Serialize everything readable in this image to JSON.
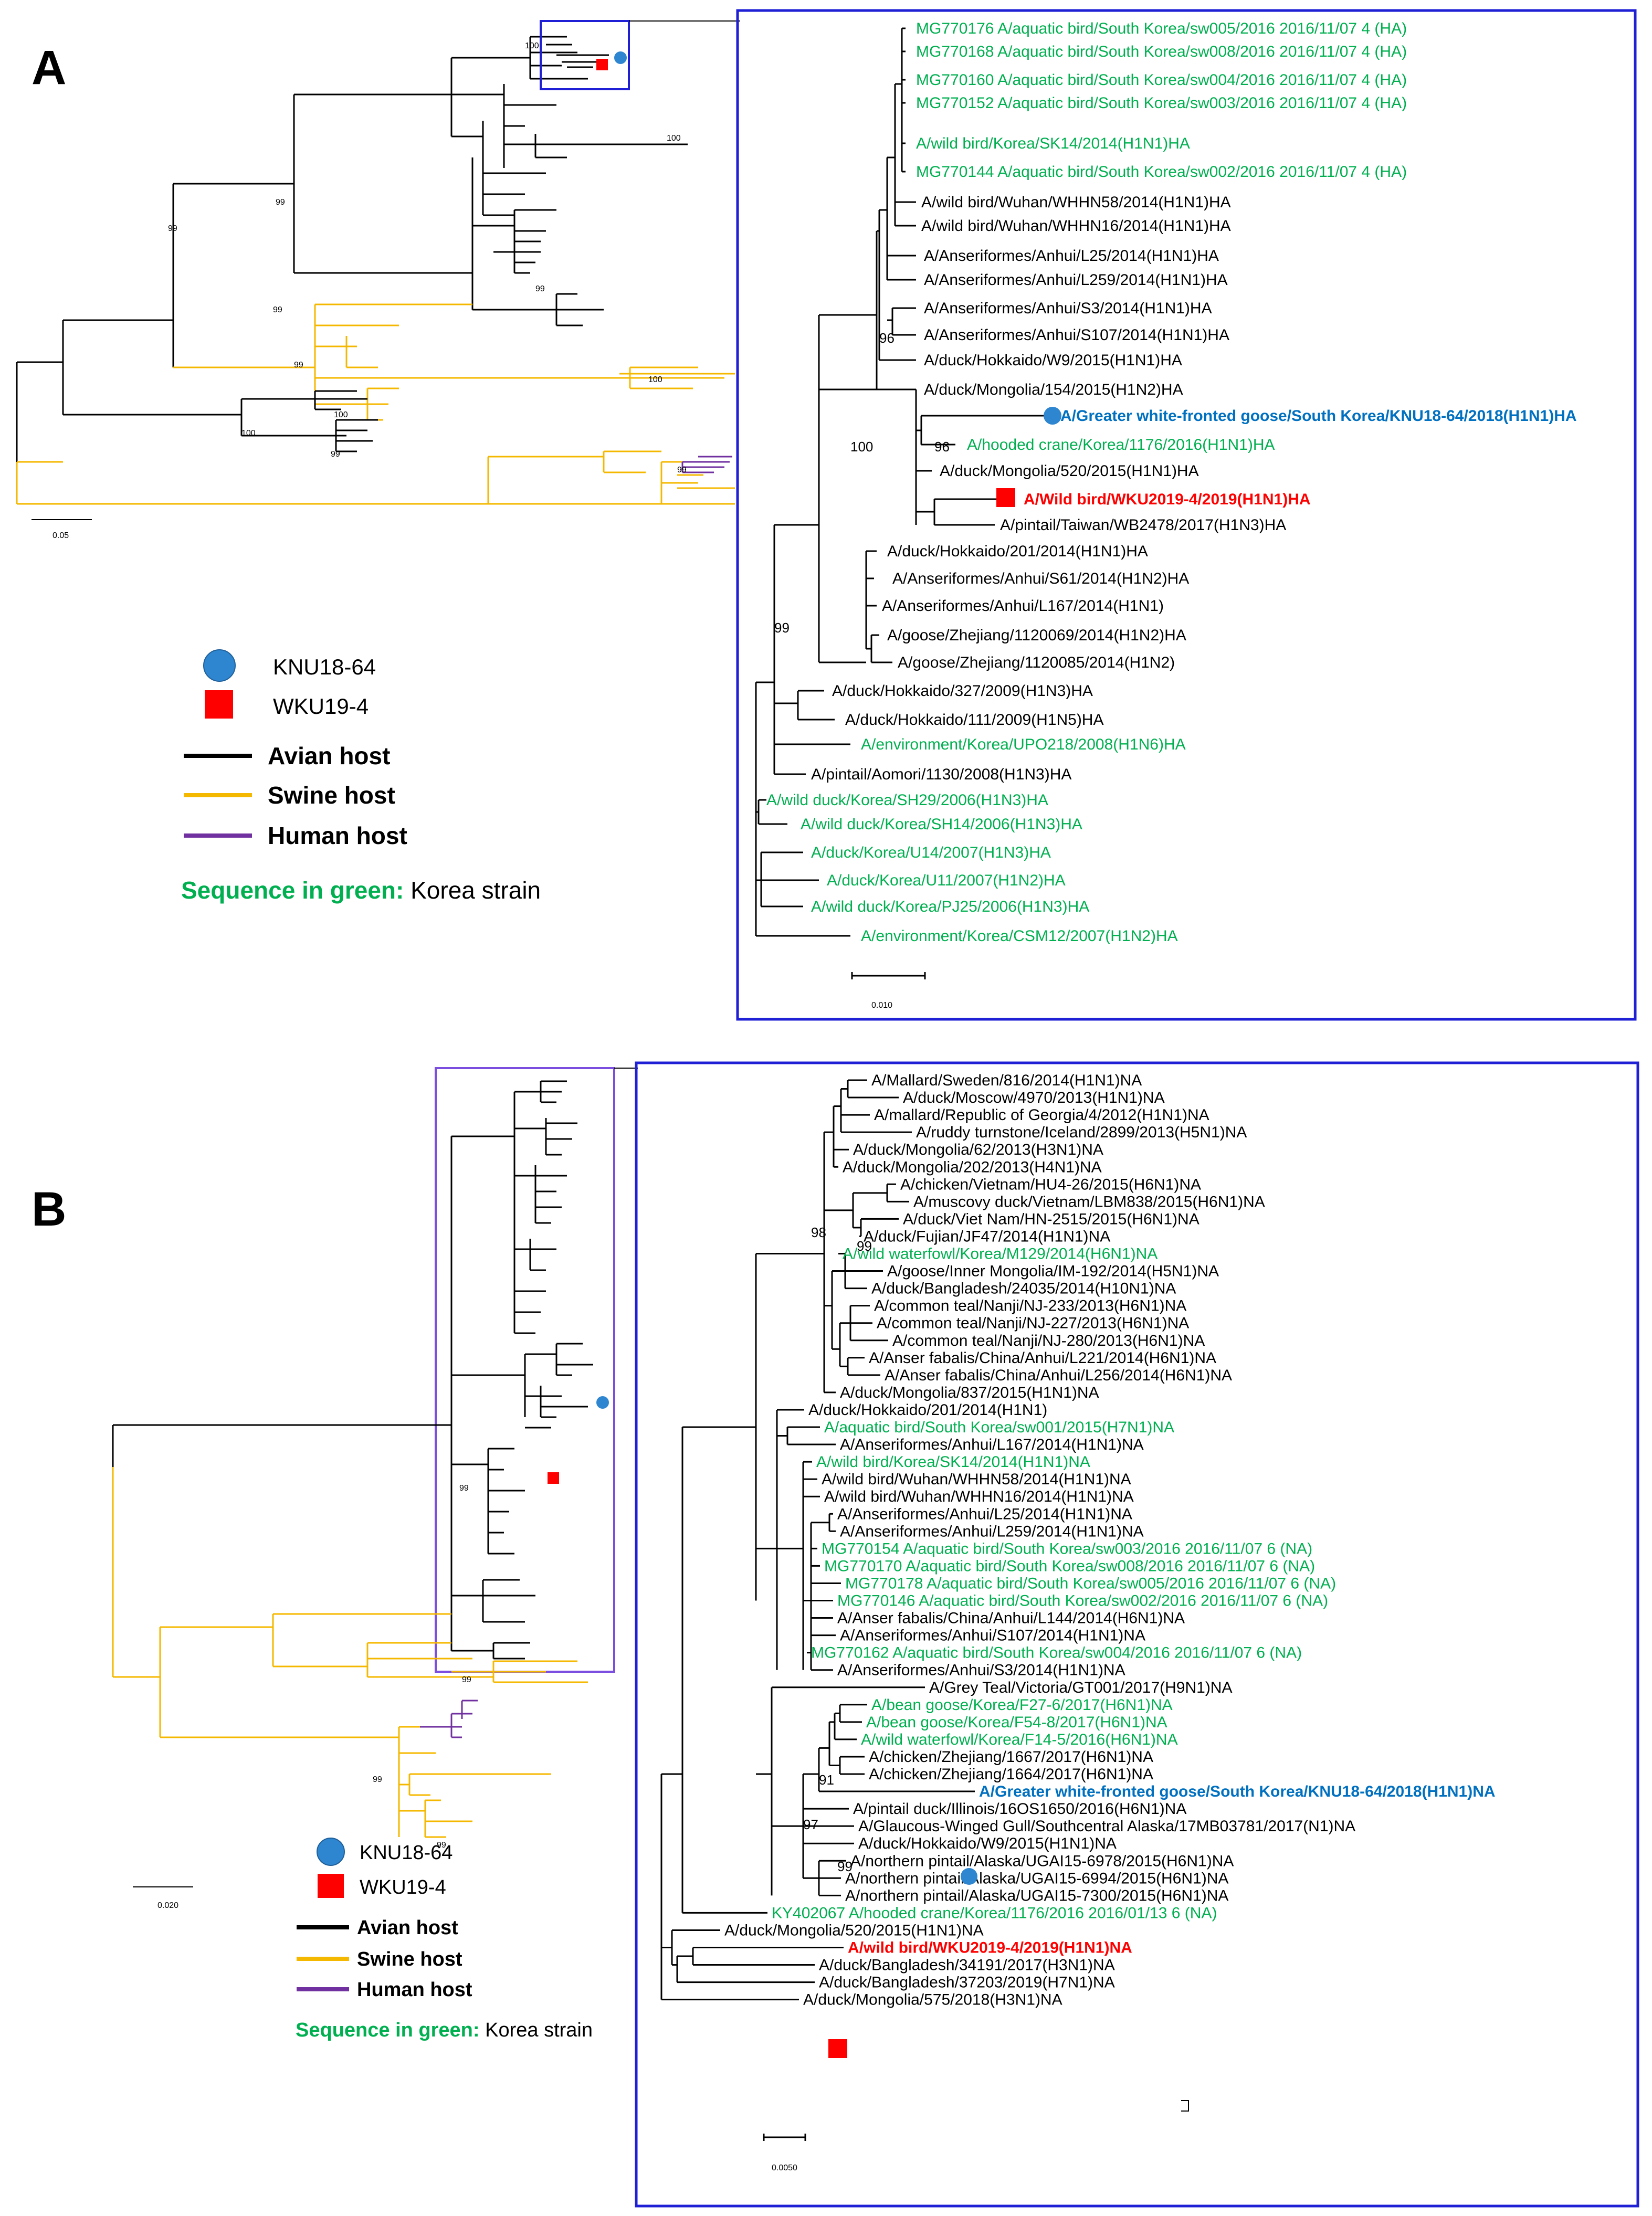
{
  "colors": {
    "avian": "#000000",
    "swine": "#f5b800",
    "human": "#7030a0",
    "korea": "#00b050",
    "knu": "#0070c0",
    "wku": "#ff0000",
    "box": "#1f1fd6"
  },
  "panelA": {
    "letter": "A",
    "legend": {
      "knu": "KNU18-64",
      "wku": "WKU19-4",
      "avian": "Avian host",
      "swine": "Swine host",
      "human": "Human host",
      "green_prefix": "Sequence in green:",
      "green_suffix": " Korea strain"
    },
    "overview": {
      "scale": "0.05",
      "labels": [
        "100",
        "100",
        "99",
        "99",
        "99",
        "99",
        "99",
        "100",
        "100",
        "100",
        "99",
        "99"
      ]
    },
    "detail": {
      "scale": "0.010",
      "bootstrap": [
        "96",
        "100",
        "96",
        "99"
      ],
      "leaves": [
        {
          "text": "MG770176 A/aquatic bird/South Korea/sw005/2016 2016/11/07 4 (HA)",
          "color": "green"
        },
        {
          "text": "MG770168 A/aquatic bird/South Korea/sw008/2016 2016/11/07 4 (HA)",
          "color": "green"
        },
        {
          "text": "MG770160 A/aquatic bird/South Korea/sw004/2016 2016/11/07 4 (HA)",
          "color": "green"
        },
        {
          "text": "MG770152 A/aquatic bird/South Korea/sw003/2016 2016/11/07 4 (HA)",
          "color": "green"
        },
        {
          "text": "A/wild bird/Korea/SK14/2014(H1N1)HA",
          "color": "green"
        },
        {
          "text": "MG770144 A/aquatic bird/South Korea/sw002/2016 2016/11/07 4 (HA)",
          "color": "green"
        },
        {
          "text": "A/wild bird/Wuhan/WHHN58/2014(H1N1)HA",
          "color": "black"
        },
        {
          "text": "A/wild bird/Wuhan/WHHN16/2014(H1N1)HA",
          "color": "black"
        },
        {
          "text": "A/Anseriformes/Anhui/L25/2014(H1N1)HA",
          "color": "black"
        },
        {
          "text": "A/Anseriformes/Anhui/L259/2014(H1N1)HA",
          "color": "black"
        },
        {
          "text": "A/Anseriformes/Anhui/S3/2014(H1N1)HA",
          "color": "black"
        },
        {
          "text": "A/Anseriformes/Anhui/S107/2014(H1N1)HA",
          "color": "black"
        },
        {
          "text": "A/duck/Hokkaido/W9/2015(H1N1)HA",
          "color": "black"
        },
        {
          "text": "A/duck/Mongolia/154/2015(H1N2)HA",
          "color": "black"
        },
        {
          "text": "A/Greater white-fronted goose/South Korea/KNU18-64/2018(H1N1)HA",
          "color": "blue"
        },
        {
          "text": "A/hooded crane/Korea/1176/2016(H1N1)HA",
          "color": "green"
        },
        {
          "text": "A/duck/Mongolia/520/2015(H1N1)HA",
          "color": "black"
        },
        {
          "text": "A/Wild bird/WKU2019-4/2019(H1N1)HA",
          "color": "red"
        },
        {
          "text": "A/pintail/Taiwan/WB2478/2017(H1N3)HA",
          "color": "black"
        },
        {
          "text": "A/duck/Hokkaido/201/2014(H1N1)HA",
          "color": "black"
        },
        {
          "text": "A/Anseriformes/Anhui/S61/2014(H1N2)HA",
          "color": "black"
        },
        {
          "text": "A/Anseriformes/Anhui/L167/2014(H1N1)",
          "color": "black"
        },
        {
          "text": "A/goose/Zhejiang/1120069/2014(H1N2)HA",
          "color": "black"
        },
        {
          "text": "A/goose/Zhejiang/1120085/2014(H1N2)",
          "color": "black"
        },
        {
          "text": "A/duck/Hokkaido/327/2009(H1N3)HA",
          "color": "black"
        },
        {
          "text": "A/duck/Hokkaido/111/2009(H1N5)HA",
          "color": "black"
        },
        {
          "text": "A/environment/Korea/UPO218/2008(H1N6)HA",
          "color": "green"
        },
        {
          "text": "A/pintail/Aomori/1130/2008(H1N3)HA",
          "color": "black"
        },
        {
          "text": "A/wild duck/Korea/SH29/2006(H1N3)HA",
          "color": "green"
        },
        {
          "text": "A/wild duck/Korea/SH14/2006(H1N3)HA",
          "color": "green"
        },
        {
          "text": "A/duck/Korea/U14/2007(H1N3)HA",
          "color": "green"
        },
        {
          "text": "A/duck/Korea/U11/2007(H1N2)HA",
          "color": "green"
        },
        {
          "text": "A/wild duck/Korea/PJ25/2006(H1N3)HA",
          "color": "green"
        },
        {
          "text": "A/environment/Korea/CSM12/2007(H1N2)HA",
          "color": "green"
        }
      ]
    }
  },
  "panelB": {
    "letter": "B",
    "legend": {
      "knu": "KNU18-64",
      "wku": "WKU19-4",
      "avian": "Avian host",
      "swine": "Swine host",
      "human": "Human host",
      "green_prefix": "Sequence in green:",
      "green_suffix": " Korea strain"
    },
    "overview": {
      "scale": "0.020",
      "labels": [
        "99",
        "99",
        "99",
        "99"
      ]
    },
    "detail": {
      "scale": "0.0050",
      "bootstrap": [
        "98",
        "99",
        "91",
        "97",
        "99"
      ],
      "leaves": [
        {
          "text": "A/Mallard/Sweden/816/2014(H1N1)NA",
          "color": "black"
        },
        {
          "text": "A/duck/Moscow/4970/2013(H1N1)NA",
          "color": "black"
        },
        {
          "text": "A/mallard/Republic of Georgia/4/2012(H1N1)NA",
          "color": "black"
        },
        {
          "text": "A/ruddy turnstone/Iceland/2899/2013(H5N1)NA",
          "color": "black"
        },
        {
          "text": "A/duck/Mongolia/62/2013(H3N1)NA",
          "color": "black"
        },
        {
          "text": "A/duck/Mongolia/202/2013(H4N1)NA",
          "color": "black"
        },
        {
          "text": "A/chicken/Vietnam/HU4-26/2015(H6N1)NA",
          "color": "black"
        },
        {
          "text": "A/muscovy duck/Vietnam/LBM838/2015(H6N1)NA",
          "color": "black"
        },
        {
          "text": "A/duck/Viet Nam/HN-2515/2015(H6N1)NA",
          "color": "black"
        },
        {
          "text": "A/duck/Fujian/JF47/2014(H1N1)NA",
          "color": "black"
        },
        {
          "text": "A/wild waterfowl/Korea/M129/2014(H6N1)NA",
          "color": "green"
        },
        {
          "text": "A/goose/Inner Mongolia/IM-192/2014(H5N1)NA",
          "color": "black"
        },
        {
          "text": "A/duck/Bangladesh/24035/2014(H10N1)NA",
          "color": "black"
        },
        {
          "text": "A/common teal/Nanji/NJ-233/2013(H6N1)NA",
          "color": "black"
        },
        {
          "text": "A/common teal/Nanji/NJ-227/2013(H6N1)NA",
          "color": "black"
        },
        {
          "text": "A/common teal/Nanji/NJ-280/2013(H6N1)NA",
          "color": "black"
        },
        {
          "text": "A/Anser fabalis/China/Anhui/L221/2014(H6N1)NA",
          "color": "black"
        },
        {
          "text": "A/Anser fabalis/China/Anhui/L256/2014(H6N1)NA",
          "color": "black"
        },
        {
          "text": "A/duck/Mongolia/837/2015(H1N1)NA",
          "color": "black"
        },
        {
          "text": "A/duck/Hokkaido/201/2014(H1N1)",
          "color": "black"
        },
        {
          "text": "A/aquatic bird/South Korea/sw001/2015(H7N1)NA",
          "color": "green"
        },
        {
          "text": "A/Anseriformes/Anhui/L167/2014(H1N1)NA",
          "color": "black"
        },
        {
          "text": "A/wild bird/Korea/SK14/2014(H1N1)NA",
          "color": "green"
        },
        {
          "text": "A/wild bird/Wuhan/WHHN58/2014(H1N1)NA",
          "color": "black"
        },
        {
          "text": "A/wild bird/Wuhan/WHHN16/2014(H1N1)NA",
          "color": "black"
        },
        {
          "text": "A/Anseriformes/Anhui/L25/2014(H1N1)NA",
          "color": "black"
        },
        {
          "text": "A/Anseriformes/Anhui/L259/2014(H1N1)NA",
          "color": "black"
        },
        {
          "text": "MG770154 A/aquatic bird/South Korea/sw003/2016 2016/11/07 6 (NA)",
          "color": "green"
        },
        {
          "text": "MG770170 A/aquatic bird/South Korea/sw008/2016 2016/11/07 6 (NA)",
          "color": "green"
        },
        {
          "text": "MG770178 A/aquatic bird/South Korea/sw005/2016 2016/11/07 6 (NA)",
          "color": "green"
        },
        {
          "text": "MG770146 A/aquatic bird/South Korea/sw002/2016 2016/11/07 6 (NA)",
          "color": "green"
        },
        {
          "text": "A/Anser fabalis/China/Anhui/L144/2014(H6N1)NA",
          "color": "black"
        },
        {
          "text": "A/Anseriformes/Anhui/S107/2014(H1N1)NA",
          "color": "black"
        },
        {
          "text": "MG770162 A/aquatic bird/South Korea/sw004/2016 2016/11/07 6 (NA)",
          "color": "green"
        },
        {
          "text": "A/Anseriformes/Anhui/S3/2014(H1N1)NA",
          "color": "black"
        },
        {
          "text": "A/Grey Teal/Victoria/GT001/2017(H9N1)NA",
          "color": "black"
        },
        {
          "text": "A/bean goose/Korea/F27-6/2017(H6N1)NA",
          "color": "green"
        },
        {
          "text": "A/bean goose/Korea/F54-8/2017(H6N1)NA",
          "color": "green"
        },
        {
          "text": "A/wild waterfowl/Korea/F14-5/2016(H6N1)NA",
          "color": "green"
        },
        {
          "text": "A/chicken/Zhejiang/1667/2017(H6N1)NA",
          "color": "black"
        },
        {
          "text": "A/chicken/Zhejiang/1664/2017(H6N1)NA",
          "color": "black"
        },
        {
          "text": "A/Greater white-fronted goose/South Korea/KNU18-64/2018(H1N1)NA",
          "color": "blue"
        },
        {
          "text": "A/pintail duck/Illinois/16OS1650/2016(H6N1)NA",
          "color": "black"
        },
        {
          "text": "A/Glaucous-Winged Gull/Southcentral Alaska/17MB03781/2017(N1)NA",
          "color": "black"
        },
        {
          "text": "A/duck/Hokkaido/W9/2015(H1N1)NA",
          "color": "black"
        },
        {
          "text": "A/northern pintail/Alaska/UGAI15-6978/2015(H6N1)NA",
          "color": "black"
        },
        {
          "text": "A/northern pintail/Alaska/UGAI15-6994/2015(H6N1)NA",
          "color": "black"
        },
        {
          "text": "A/northern pintail/Alaska/UGAI15-7300/2015(H6N1)NA",
          "color": "black"
        },
        {
          "text": "KY402067 A/hooded crane/Korea/1176/2016 2016/01/13 6 (NA)",
          "color": "green"
        },
        {
          "text": "A/duck/Mongolia/520/2015(H1N1)NA",
          "color": "black"
        },
        {
          "text": "A/wild bird/WKU2019-4/2019(H1N1)NA",
          "color": "red"
        },
        {
          "text": "A/duck/Bangladesh/34191/2017(H3N1)NA",
          "color": "black"
        },
        {
          "text": "A/duck/Bangladesh/37203/2019(H7N1)NA",
          "color": "black"
        },
        {
          "text": "A/duck/Mongolia/575/2018(H3N1)NA",
          "color": "black"
        }
      ]
    }
  }
}
